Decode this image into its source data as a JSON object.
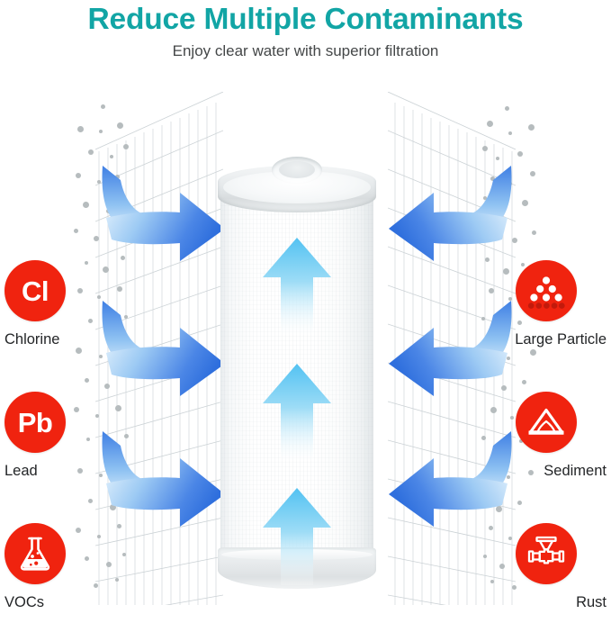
{
  "header": {
    "title": "Reduce Multiple Contaminants",
    "subtitle": "Enjoy clear water with superior filtration",
    "title_color": "#12a5a5",
    "subtitle_color": "#444748"
  },
  "theme": {
    "badge_red": "#f0230f",
    "arrow_blue_dark": "#2f6fdd",
    "arrow_blue_light": "#d9ecfb",
    "up_arrow_blue": "#49bdf0",
    "particle_gray": "#b6bcbe",
    "mesh_gray": "#c8cfd2"
  },
  "contaminants": {
    "left": [
      {
        "id": "chlorine",
        "symbol": "Cl",
        "label": "Chlorine",
        "icon": "chlorine-symbol-icon"
      },
      {
        "id": "lead",
        "symbol": "Pb",
        "label": "Lead",
        "icon": "lead-symbol-icon"
      },
      {
        "id": "vocs",
        "symbol": "",
        "label": "VOCs",
        "icon": "flask-icon"
      }
    ],
    "right": [
      {
        "id": "large-particle",
        "symbol": "",
        "label": "Large Particle",
        "icon": "particles-pyramid-icon"
      },
      {
        "id": "sediment",
        "symbol": "",
        "label": "Sediment",
        "icon": "sediment-mound-icon"
      },
      {
        "id": "rust",
        "symbol": "",
        "label": "Rust",
        "icon": "pipe-valve-icon"
      }
    ]
  },
  "product": {
    "name": "water-filter-cartridge",
    "flow_arrows": 3,
    "inflow_arrows_per_side": 3
  }
}
